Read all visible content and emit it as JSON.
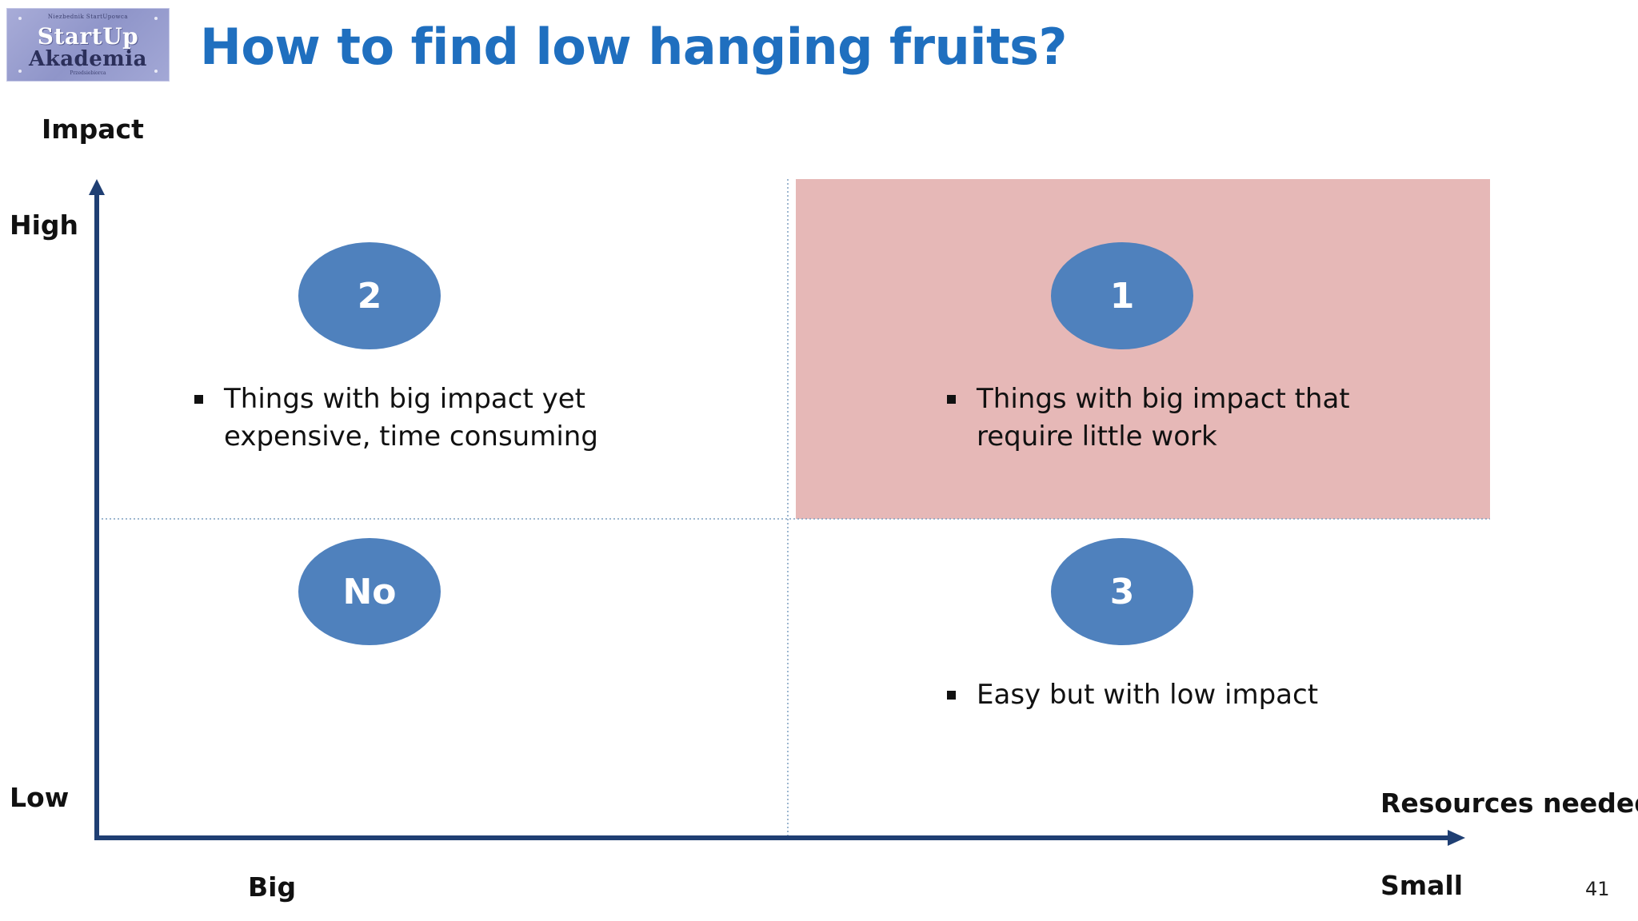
{
  "logo": {
    "top_text": "Niezbednik StartUpowca",
    "line1": "StartUp",
    "line2": "Akademia",
    "bottom_text": "Przedsiebiorca"
  },
  "title": "How to find low hanging fruits?",
  "axes": {
    "y_title": "Impact",
    "y_high": "High",
    "y_low": "Low",
    "x_title": "Resources needed",
    "x_left": "Big",
    "x_right": "Small"
  },
  "quadrants": [
    {
      "id": "top-left",
      "badge": "2",
      "bullet": [
        "Things with big impact yet",
        "expensive, time consuming"
      ]
    },
    {
      "id": "top-right",
      "badge": "1",
      "bullet": [
        "Things with big impact that",
        "require little work"
      ],
      "highlighted": true
    },
    {
      "id": "bottom-left",
      "badge": "No",
      "bullet": []
    },
    {
      "id": "bottom-right",
      "badge": "3",
      "bullet": [
        "Easy but with low impact"
      ]
    }
  ],
  "colors": {
    "title": "#1f6fbf",
    "axis": "#1f3f73",
    "bubble": "#4f81bd",
    "highlight": "#e6b8b7",
    "divider": "#7f9fc0"
  },
  "page_number": "41"
}
